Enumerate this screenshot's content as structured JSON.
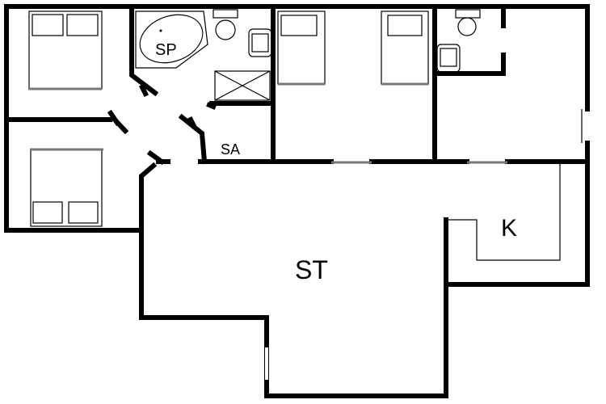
{
  "floor_plan": {
    "rooms": [
      {
        "id": "sp",
        "label": "SP"
      },
      {
        "id": "sa",
        "label": "SA"
      },
      {
        "id": "st",
        "label": "ST"
      },
      {
        "id": "k",
        "label": "K"
      }
    ],
    "colors": {
      "wall": "#000000",
      "background": "#ffffff"
    }
  }
}
